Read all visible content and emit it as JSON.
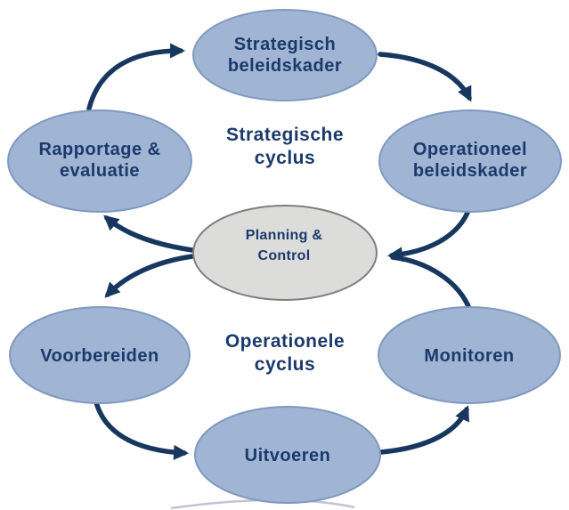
{
  "diagram": {
    "type": "cycle-diagram",
    "language": "nl",
    "colors": {
      "background": "#FFFFFF",
      "node_fill": "#A0B4D3",
      "node_border": "#8099C0",
      "center_fill": "#DCDCDA",
      "center_border": "#7F7F7F",
      "arrow": "#17375E",
      "text": "#1B3A6B",
      "artifact_line": "#4A5A7A"
    },
    "cycle_labels": {
      "strategic": {
        "line1": "Strategische",
        "line2": "cyclus"
      },
      "operational": {
        "line1": "Operationele",
        "line2": "cyclus"
      }
    },
    "nodes": {
      "strategisch_beleidskader": {
        "line1": "Strategisch",
        "line2": "beleidskader"
      },
      "operationeel_beleidskader": {
        "line1": "Operationeel",
        "line2": "beleidskader"
      },
      "rapportage_evaluatie": {
        "line1": "Rapportage &",
        "line2": "evaluatie"
      },
      "planning_control": {
        "line1": "Planning &",
        "line2": "Control"
      },
      "voorbereiden": {
        "label": "Voorbereiden"
      },
      "monitoren": {
        "label": "Monitoren"
      },
      "uitvoeren": {
        "label": "Uitvoeren"
      }
    },
    "edges": [
      "rapportage_evaluatie -> strategisch_beleidskader",
      "strategisch_beleidskader -> operationeel_beleidskader",
      "operationeel_beleidskader -> planning_control",
      "monitoren -> planning_control",
      "planning_control -> rapportage_evaluatie",
      "planning_control -> voorbereiden",
      "voorbereiden -> uitvoeren",
      "uitvoeren -> monitoren"
    ]
  }
}
